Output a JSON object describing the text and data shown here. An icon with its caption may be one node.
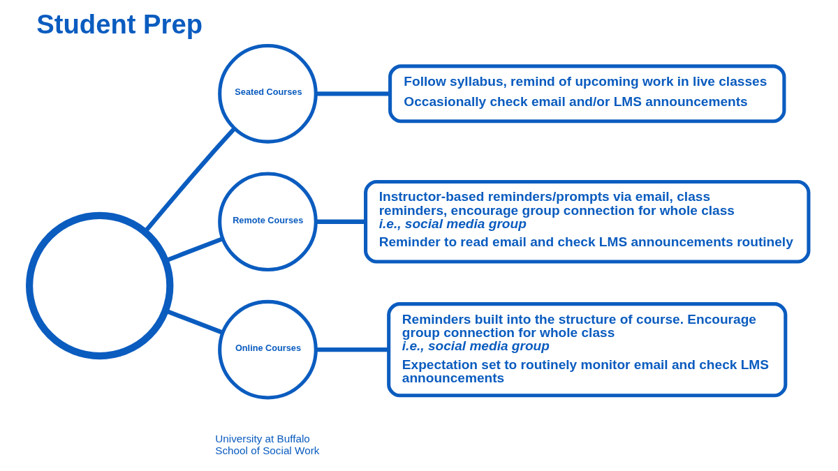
{
  "diagram": {
    "title": "Student Prep",
    "nodes": [
      {
        "text": [],
        "shape": "circle"
      },
      {
        "text": [
          "Seated Courses"
        ]
      },
      {
        "text": [
          "Follow syllabus, remind of upcoming work in live classes",
          "Occasionally check email and/or LMS announcements"
        ]
      },
      {
        "text": [
          "Remote Courses"
        ]
      },
      {
        "text": [
          "Instructor-based reminders/prompts via email, class reminders, encourage group connection for whole class *i.e., social media group*",
          "Reminder to read email and check LMS announcements routinely"
        ]
      },
      {
        "text": [
          "Online Courses"
        ]
      },
      {
        "text": [
          "Reminders built into the structure of course. Encourage group connection for whole class *i.e., social media group*",
          "Expectation set to routinely monitor email and check LMS announcements"
        ]
      }
    ],
    "edges": [
      {
        "from": 0,
        "to": 1,
        "arrow": "none"
      },
      {
        "from": 0,
        "to": 3,
        "arrow": "none"
      },
      {
        "from": 0,
        "to": 5,
        "arrow": "none"
      },
      {
        "from": 1,
        "to": 2,
        "arrow": "none"
      },
      {
        "from": 3,
        "to": 4,
        "arrow": "none"
      },
      {
        "from": 5,
        "to": 6,
        "arrow": "none"
      }
    ],
    "labels": [
      "University at Buffalo",
      "School of Social Work"
    ]
  }
}
